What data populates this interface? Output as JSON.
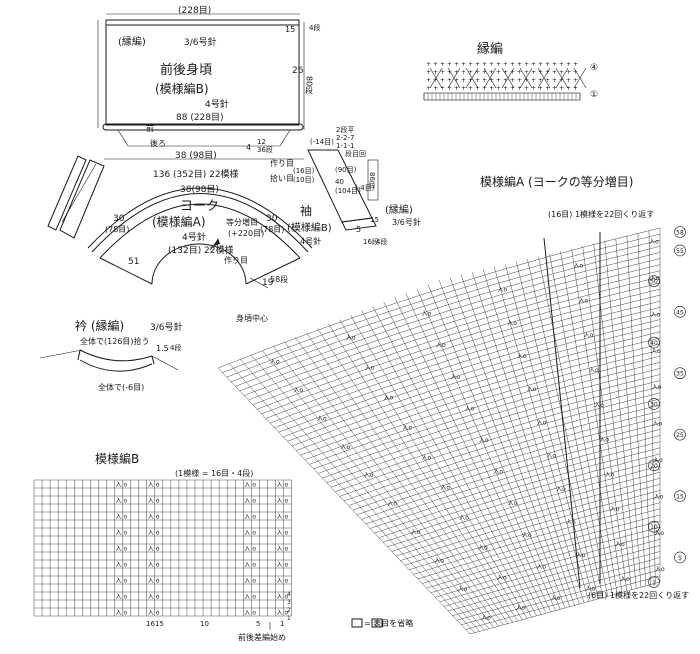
{
  "front_back_body": {
    "title": "前後身頃",
    "stitch": "(模様編B)",
    "needle": "4号針",
    "top_border_label": "(228目)",
    "border_stitch": "(縁編)",
    "border_needle": "3/6号針",
    "top_rows": "15",
    "top_rows_unit": "4段",
    "height": "26",
    "height_sub": "80段",
    "bottom_width": "88 (228目)",
    "front_label": "前",
    "back_label": "後ろ",
    "side_num": "4",
    "side_rows_a": "12",
    "side_rows_b": "36段"
  },
  "yoke": {
    "title": "ヨーク",
    "stitch": "(模様編A)",
    "needle": "4号針",
    "top_width": "38 (98目)",
    "top_width_inner": "38(98目)",
    "arc_label": "136 (352目) 22模様",
    "left_side": "30",
    "left_side_sub": "(78目)",
    "right_side": "30",
    "right_side_sub": "(78目)",
    "bottom_label": "(132目) 22模様",
    "increase_label": "等分増目",
    "increase_sub": "(+220目)",
    "left_num": "51",
    "rows": "19",
    "rows_sub": "58段",
    "start_label": "作り目",
    "side_labels": [
      "作り目",
      "拾い目"
    ]
  },
  "sleeve": {
    "title": "袖",
    "stitch": "(模様編B)",
    "needle": "4号針",
    "border_stitch": "(縁編)",
    "border_needle": "3/6号針",
    "labels_top": [
      "(-14目)",
      "2段平",
      "2-2-7",
      "1-1-1",
      "段目回"
    ],
    "labels_mid": [
      "(16目)",
      "(10目)",
      "(90目)",
      "40",
      "(104目)",
      "(-4目)"
    ],
    "right_label": "86目",
    "bottom_a": "5",
    "bottom_b": "15",
    "bottom_c": "16段",
    "bottom_d": "4段"
  },
  "collar": {
    "title": "衿 (縁編)",
    "needle": "3/6号針",
    "pickup_label": "全体で(126目)拾う",
    "rows_num": "1.5",
    "rows_unit": "4段",
    "decrease_label": "全体で(-6目)"
  },
  "border_chart": {
    "title": "縁編",
    "row_top": "④",
    "row_bottom": "①"
  },
  "pattern_a": {
    "title": "模様編A (ヨークの等分増目)",
    "top_note": "(16目) 1模様を22回くり返す",
    "bottom_note": "(6目) 1模様を22回くり返す",
    "center_label": "身頃中心",
    "row_numbers": [
      "1",
      "5",
      "10",
      "15",
      "20",
      "25",
      "30",
      "35",
      "40",
      "45",
      "50",
      "55",
      "58"
    ]
  },
  "pattern_b": {
    "title": "模様編B",
    "note": "(1模様 = 16目・4段)",
    "col_labels": [
      "5",
      "1",
      "10",
      "16",
      "15"
    ],
    "row_labels": [
      "1",
      "2",
      "3",
      "4"
    ],
    "start_label": "前後差編始め"
  },
  "legend": {
    "text": "= 表目を省略"
  }
}
